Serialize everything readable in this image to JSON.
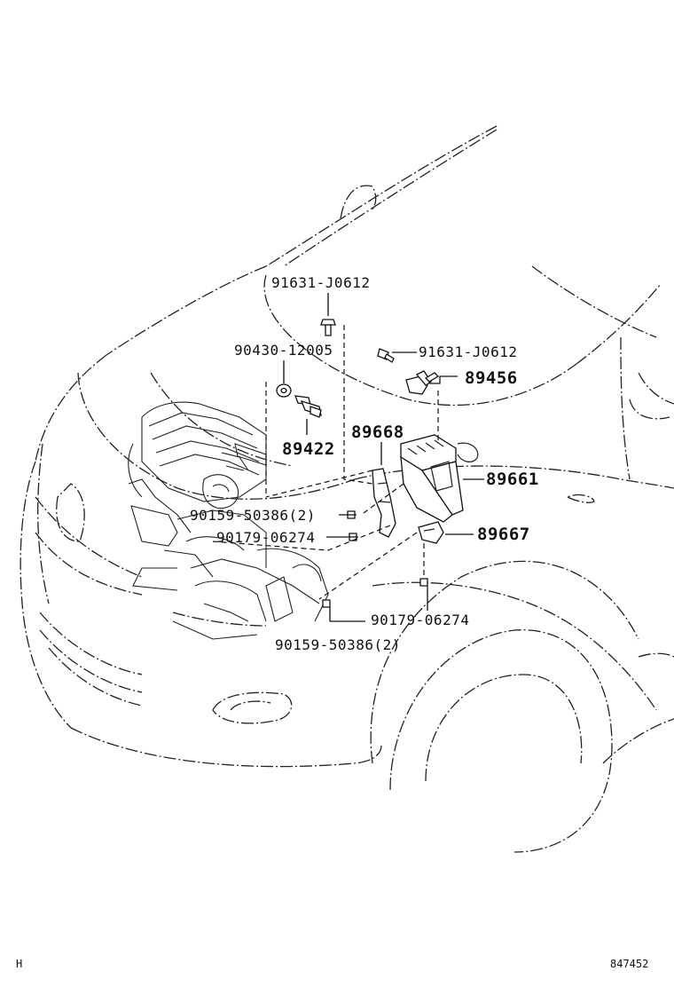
{
  "labels": {
    "p91631_top": "91631-J0612",
    "p91631_mid": "91631-J0612",
    "p90430": "90430-12005",
    "p89456": "89456",
    "p89422": "89422",
    "p89668": "89668",
    "p89661": "89661",
    "p90159_a": "90159-50386(2)",
    "p90179_a": "90179-06274",
    "p89667": "89667",
    "p90179_b": "90179-06274",
    "p90159_b": "90159-50386(2)"
  },
  "footer": {
    "left_mark": "H",
    "diagram_number": "847452"
  }
}
